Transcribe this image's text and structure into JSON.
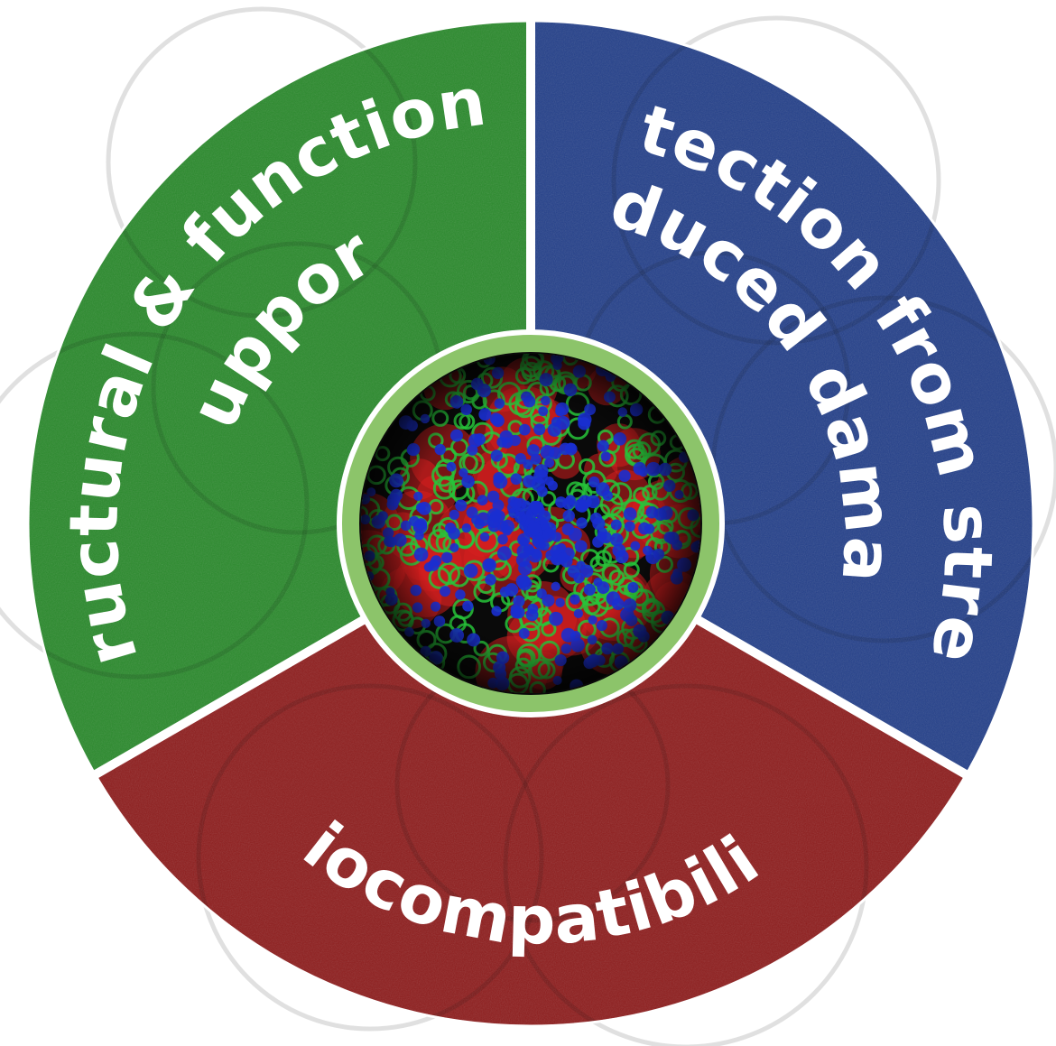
{
  "segments": [
    {
      "id": "structural",
      "lines": [
        "Structural & functional",
        "support"
      ],
      "color": "#2a8a2c"
    },
    {
      "id": "protection",
      "lines": [
        "Protection from stress-",
        "induced damage"
      ],
      "color": "#24408a"
    },
    {
      "id": "biocompat",
      "lines": [
        "Biocompatibility"
      ],
      "color": "#8e1d1d"
    }
  ],
  "center": {
    "ring_color": "#8cc46a",
    "stain_colors": [
      "#1a2fd0",
      "#27c43a",
      "#d51f1f"
    ]
  },
  "divider_color": "#ffffff"
}
